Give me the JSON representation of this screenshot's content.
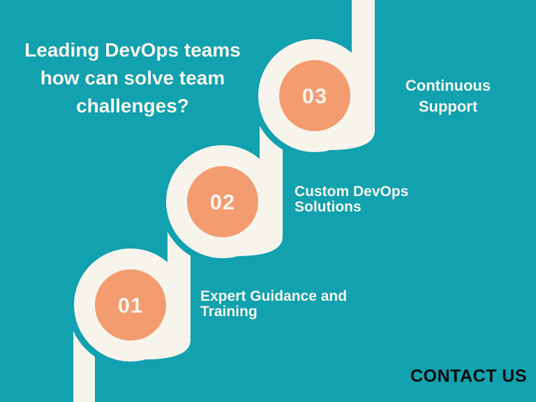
{
  "colors": {
    "background": "#11A1AF",
    "path_cream": "#F7F4EC",
    "accent_orange": "#F29C6F",
    "contact_ink": "#0B0B0B"
  },
  "title": {
    "text": "Leading DevOps teams how can solve team challenges?",
    "lines": [
      "Leading DevOps teams",
      "how can solve team",
      "challenges?"
    ]
  },
  "steps": [
    {
      "number": "01",
      "label": "Expert Guidance and Training",
      "label_lines": [
        "Expert Guidance and",
        "Training"
      ]
    },
    {
      "number": "02",
      "label": "Custom DevOps Solutions",
      "label_lines": [
        "Custom DevOps",
        "Solutions"
      ]
    },
    {
      "number": "03",
      "label": "Continuous Support",
      "label_lines": [
        "Continuous",
        "Support"
      ]
    }
  ],
  "footer": {
    "contact_label": "CONTACT US"
  }
}
